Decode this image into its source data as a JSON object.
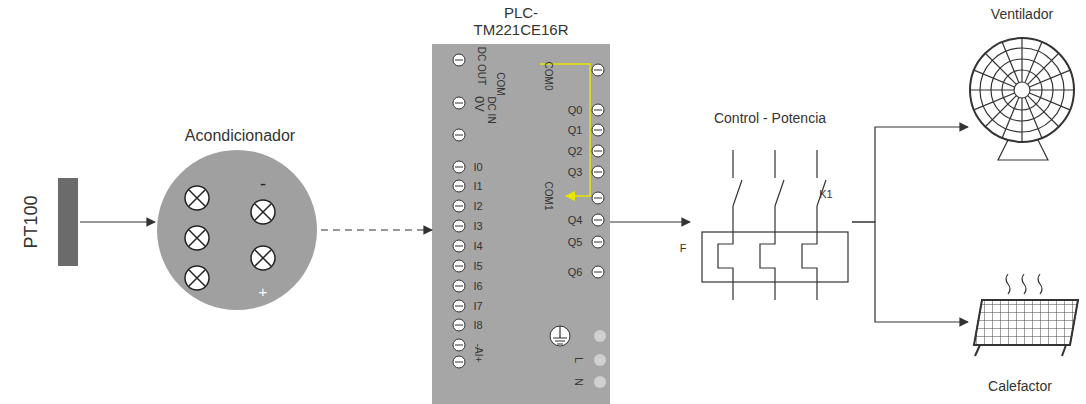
{
  "diagram": {
    "nodes": [
      {
        "text": [
          "PT100"
        ]
      },
      {
        "text": [
          "Acondicionador",
          "-",
          "+"
        ]
      },
      {
        "text": [
          "PLC- TM221CE16R"
        ]
      },
      {
        "text": [
          "Control - Potencia"
        ]
      },
      {
        "text": [
          "Ventilador"
        ]
      },
      {
        "text": [
          "Calefactor"
        ]
      }
    ],
    "edges": [
      {
        "from": 0,
        "to": 1,
        "arrow": "to"
      },
      {
        "from": 1,
        "to": 2,
        "arrow": "to"
      },
      {
        "from": 2,
        "to": 3,
        "arrow": "to"
      },
      {
        "from": 3,
        "to": 4,
        "arrow": "to"
      },
      {
        "from": 3,
        "to": 5,
        "arrow": "to"
      }
    ],
    "labels": [
      "DC OUT",
      "0V",
      "DC IN",
      "COM",
      "COM0",
      "Q0",
      "Q1",
      "Q2",
      "Q3",
      "COM1",
      "Q4",
      "Q5",
      "Q6",
      "I0",
      "I1",
      "I2",
      "I3",
      "I4",
      "I5",
      "I6",
      "I7",
      "I8",
      "-AI+",
      "L",
      "N",
      "K1",
      "F"
    ]
  }
}
